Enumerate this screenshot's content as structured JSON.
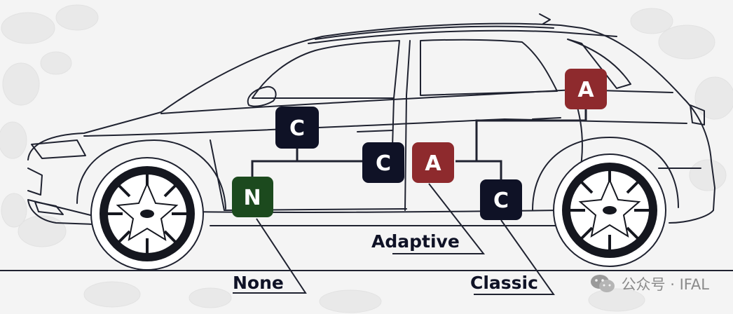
{
  "colors": {
    "background": "#f4f4f4",
    "line": "#1f2230",
    "classic": "#0f1226",
    "adaptive": "#8e2a2d",
    "none": "#1c4a1e",
    "label_text": "#0f1226",
    "watermark": "#8a8a8a"
  },
  "nodes": [
    {
      "id": "c-upper-left",
      "letter": "C",
      "type": "classic"
    },
    {
      "id": "c-middle",
      "letter": "C",
      "type": "classic"
    },
    {
      "id": "a-middle",
      "letter": "A",
      "type": "adaptive"
    },
    {
      "id": "a-upper-right",
      "letter": "A",
      "type": "adaptive"
    },
    {
      "id": "n-lower-left",
      "letter": "N",
      "type": "none"
    },
    {
      "id": "c-lower-right",
      "letter": "C",
      "type": "classic"
    }
  ],
  "labels": {
    "adaptive": "Adaptive",
    "none": "None",
    "classic": "Classic"
  },
  "watermark": {
    "icon": "wechat-icon",
    "text": "公众号 · IFAL"
  }
}
